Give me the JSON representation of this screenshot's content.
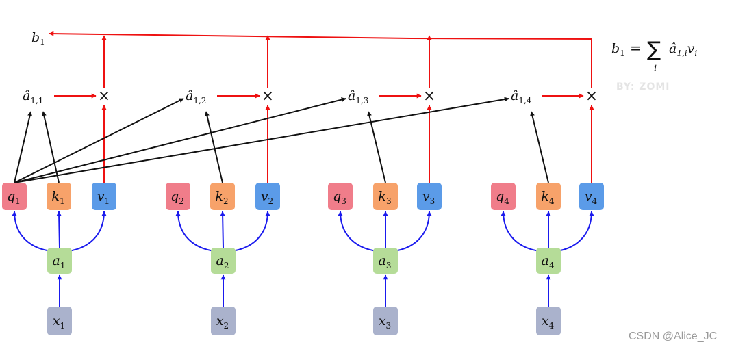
{
  "colors": {
    "q": "#f07d8a",
    "k": "#f7a26a",
    "v": "#5b9be8",
    "a": "#b5dc98",
    "x": "#aab2cc",
    "red_arrow": "#ee1111",
    "blue_arrow": "#1a1aee",
    "black_arrow": "#111111"
  },
  "output_label": {
    "base": "b",
    "sub": "1"
  },
  "formula": {
    "lhs_base": "b",
    "lhs_sub": "1",
    "equals": "=",
    "sum": "∑",
    "sum_index": "i",
    "term_hat": "â",
    "term_sub": "1,i",
    "term2_base": "v",
    "term2_sub": "i"
  },
  "multiply_symbol": "×",
  "columns": [
    {
      "q": "q",
      "k": "k",
      "v": "v",
      "a": "a",
      "x": "x",
      "index": "1",
      "score_base": "â",
      "score_sub": "1,1"
    },
    {
      "q": "q",
      "k": "k",
      "v": "v",
      "a": "a",
      "x": "x",
      "index": "2",
      "score_base": "â",
      "score_sub": "1,2"
    },
    {
      "q": "q",
      "k": "k",
      "v": "v",
      "a": "a",
      "x": "x",
      "index": "3",
      "score_base": "â",
      "score_sub": "1,3"
    },
    {
      "q": "q",
      "k": "k",
      "v": "v",
      "a": "a",
      "x": "x",
      "index": "4",
      "score_base": "â",
      "score_sub": "1,4"
    }
  ],
  "watermarks": {
    "author": "BY: ZOMI",
    "source": "CSDN @Alice_JC"
  }
}
